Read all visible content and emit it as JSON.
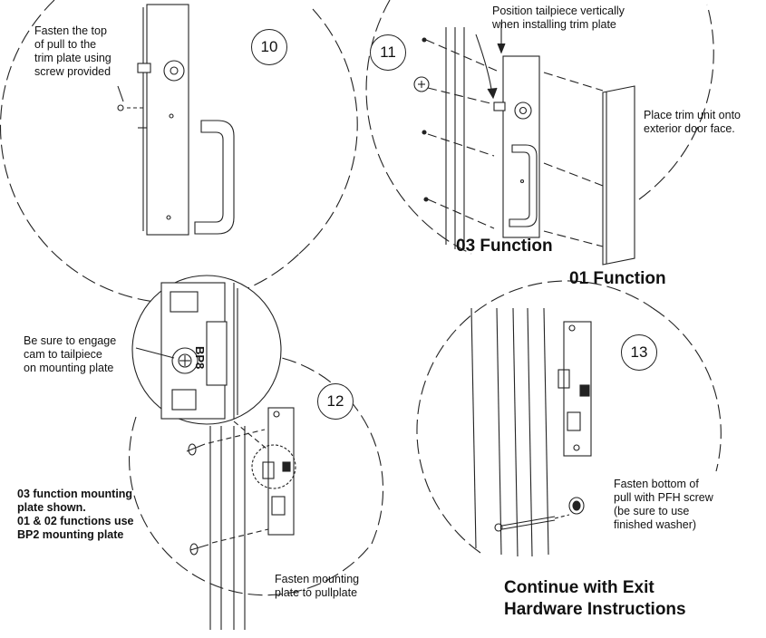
{
  "steps": {
    "s10": {
      "number": "10",
      "note": "Fasten the top\nof pull to the\ntrim plate using\nscrew provided"
    },
    "s11": {
      "number": "11",
      "note_top": "Position tailpiece vertically\nwhen installing trim plate",
      "note_right": "Place trim unit onto\nexterior door face.",
      "label_03": "03 Function",
      "label_01": "01 Function"
    },
    "s12": {
      "number": "12",
      "note_cam": "Be sure to engage\ncam to tailpiece\non mounting plate",
      "plate_marking": "BP8",
      "note_plate": "03 function mounting\nplate shown.\n01 & 02 functions use\nBP2 mounting plate",
      "note_fasten": "Fasten mounting\nplate to pullplate"
    },
    "s13": {
      "number": "13",
      "note": "Fasten bottom of\npull with PFH screw\n(be sure to use\nfinished washer)",
      "continue": "Continue with Exit\nHardware Instructions"
    }
  },
  "colors": {
    "line": "#222222",
    "dash": "#333333",
    "background": "#ffffff"
  }
}
